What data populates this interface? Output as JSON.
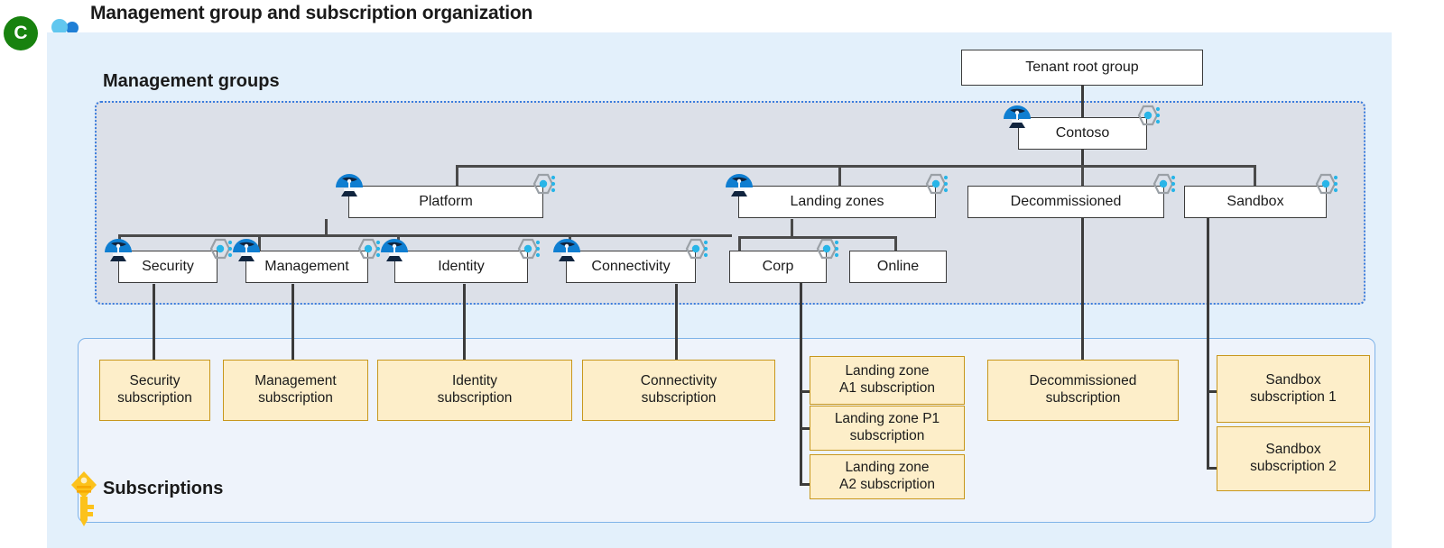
{
  "header": {
    "title": "Management group and subscription organization",
    "badge_letter": "C",
    "badge_color": "#18820f",
    "users_icon": "users-icon"
  },
  "zones": {
    "management_groups": {
      "label": "Management groups",
      "fill": "#dce0e8",
      "border": "#3b7ddd"
    },
    "subscriptions": {
      "label": "Subscriptions",
      "fill": "#eef3fb",
      "border": "#7fb3e8",
      "icon": "key-icon"
    }
  },
  "icons": {
    "policy": "azure-policy-icon",
    "management_group": "management-group-icon"
  },
  "nodes": {
    "tenant_root": "Tenant root group",
    "contoso": "Contoso",
    "platform": "Platform",
    "landing_zones": "Landing zones",
    "decommissioned": "Decommissioned",
    "sandbox": "Sandbox",
    "security": "Security",
    "management": "Management",
    "identity": "Identity",
    "connectivity": "Connectivity",
    "corp": "Corp",
    "online": "Online"
  },
  "subscriptions": {
    "security": "Security\nsubscription",
    "management": "Management\nsubscription",
    "identity": "Identity\nsubscription",
    "connectivity": "Connectivity\nsubscription",
    "lz_a1": "Landing zone\nA1 subscription",
    "lz_p1": "Landing zone P1\nsubscription",
    "lz_a2": "Landing zone\nA2 subscription",
    "decommissioned": "Decommissioned\nsubscription",
    "sandbox1": "Sandbox\nsubscription 1",
    "sandbox2": "Sandbox\nsubscription 2"
  },
  "colors": {
    "subscription_fill": "#fdeec9",
    "subscription_border": "#c8971c",
    "node_fill": "#ffffff",
    "node_border": "#3b3b3b",
    "canvas": "#e3f0fb",
    "connector": "#3b3b3b"
  }
}
